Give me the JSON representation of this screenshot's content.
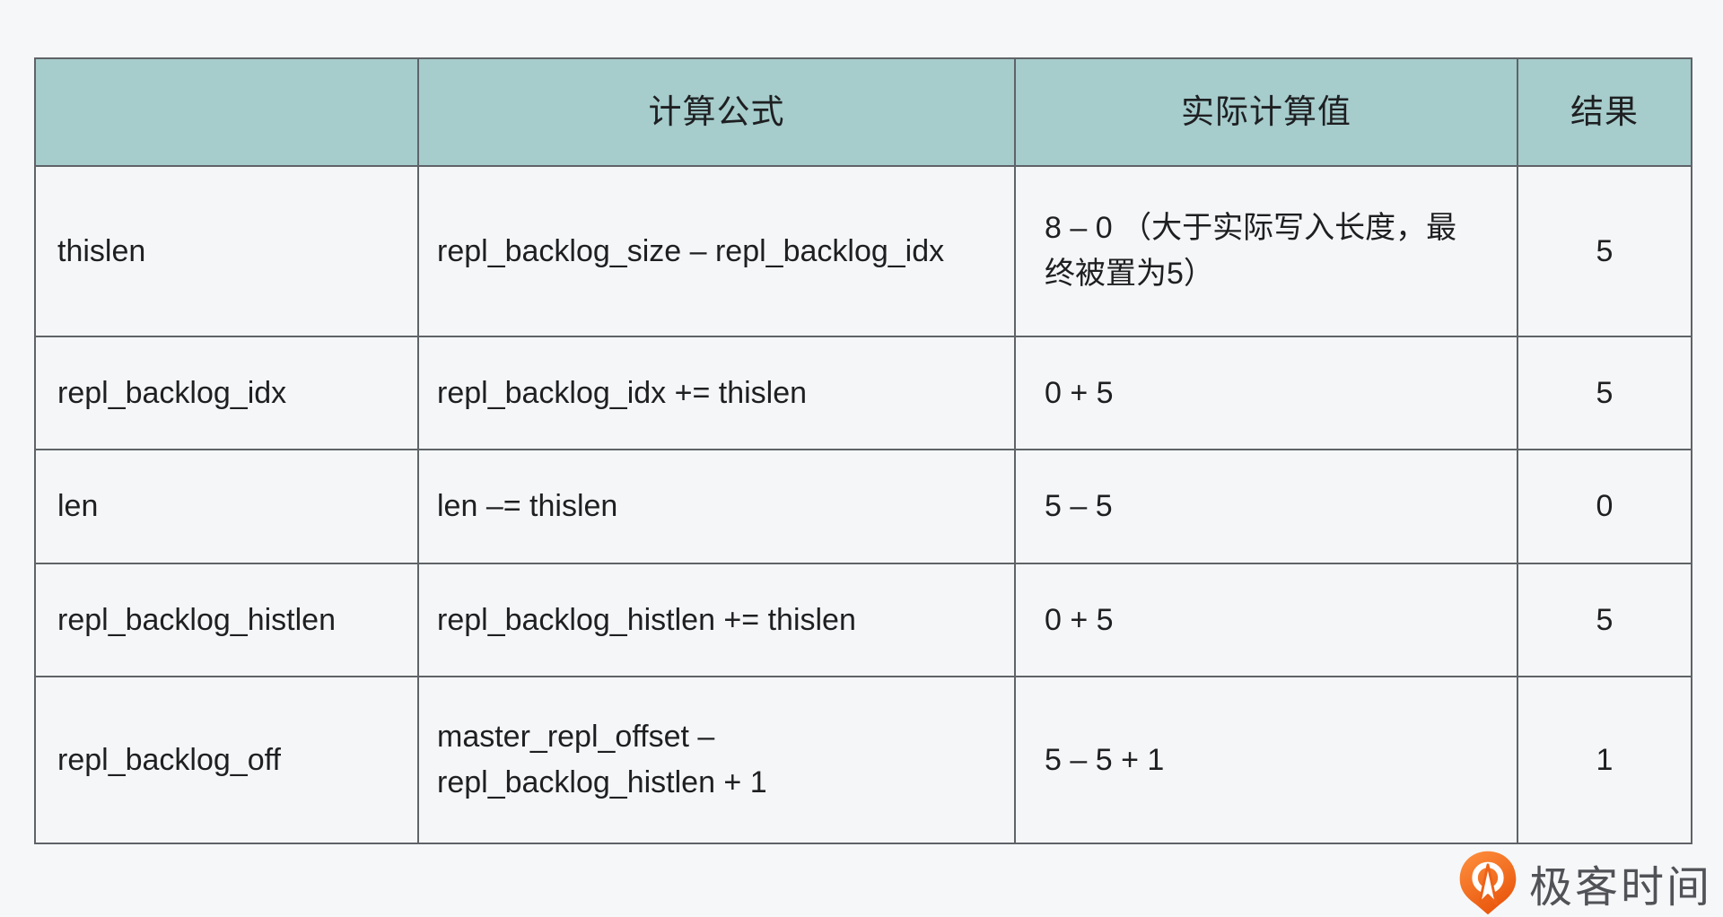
{
  "page": {
    "background": "#f6f7f8"
  },
  "table": {
    "header_bg": "#a6cccc",
    "cell_bg": "#f5f6f7",
    "border_color": "#5f6368",
    "headers": [
      "",
      "计算公式",
      "实际计算值",
      "结果"
    ],
    "rows": [
      {
        "name": "thislen",
        "formula": "repl_backlog_size – repl_backlog_idx",
        "actual": "8 – 0 （大于实际写入长度，最\n终被置为5）",
        "result": "5"
      },
      {
        "name": "repl_backlog_idx",
        "formula": "repl_backlog_idx += thislen",
        "actual": "0 + 5",
        "result": "5"
      },
      {
        "name": "len",
        "formula": "len –= thislen",
        "actual": "5 – 5",
        "result": "0"
      },
      {
        "name": "repl_backlog_histlen",
        "formula": "repl_backlog_histlen += thislen",
        "actual": "0 + 5",
        "result": "5"
      },
      {
        "name": "repl_backlog_off",
        "formula": "master_repl_offset –\nrepl_backlog_histlen + 1",
        "actual": "5 – 5 + 1",
        "result": "1"
      }
    ]
  },
  "branding": {
    "logo_text": "极客时间",
    "icon_color_top": "#ff9140",
    "icon_color_bottom": "#e9570d",
    "text_color": "#515257"
  }
}
